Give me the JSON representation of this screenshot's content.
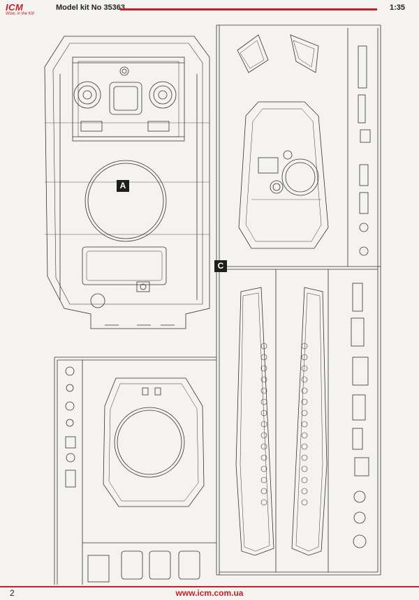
{
  "header": {
    "brand": "ICM",
    "tagline": "Wow, in the Kit!",
    "kit_title": "Model kit No 35363",
    "scale": "1:35",
    "accent_color": "#c3202d"
  },
  "sprues": [
    {
      "label": "A"
    },
    {
      "label": "C"
    }
  ],
  "footer": {
    "page_number": "2",
    "website": "www.icm.com.ua"
  }
}
